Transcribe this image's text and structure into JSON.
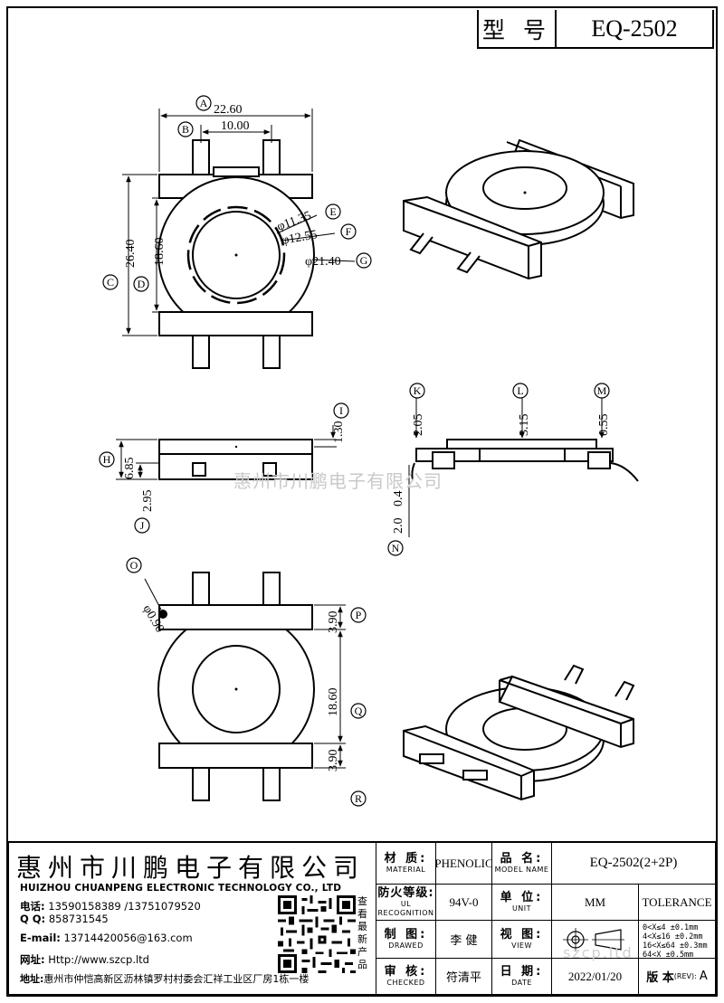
{
  "header": {
    "model_label": "型 号",
    "model_value": "EQ-2502"
  },
  "watermark": "惠州市川鹏电子有限公司",
  "dimensions": {
    "a": "22.60",
    "b": "10.00",
    "c": "26.40",
    "d": "18.60",
    "e": "φ11.35",
    "f": "φ12.55",
    "g": "φ21.40",
    "h": "6.85",
    "i": "1.30",
    "j": "2.95",
    "k": "2.05",
    "l": "3.15",
    "m": "0.55",
    "n": "2.0",
    "n2": "0.4",
    "o": "φ0.90",
    "p": "3.90",
    "q": "18.60",
    "r": "3.90"
  },
  "callouts": [
    "A",
    "B",
    "C",
    "D",
    "E",
    "F",
    "G",
    "H",
    "I",
    "J",
    "K",
    "L",
    "M",
    "N",
    "O",
    "P",
    "Q",
    "R"
  ],
  "company": {
    "name_cn": "惠州市川鹏电子有限公司",
    "name_en": "HUIZHOU CHUANPENG ELECTRONIC TECHNOLOGY CO., LTD",
    "phone_label": "电话:",
    "phone": "13590158389 /13751079520",
    "qq_label": "Q Q:",
    "qq": "858731545",
    "email_label": "E-mail:",
    "email": "13714420056@163.com",
    "web_label": "网址:",
    "web": "Http://www.szcp.ltd",
    "addr_label": "地址:",
    "addr": "惠州市仲恺高新区沥林镇罗村村委会汇祥工业区厂房1栋一楼",
    "qr_caption": "查看最新产品"
  },
  "titleblock": {
    "material_cn": "材 质:",
    "material_en": "MATERIAL",
    "material_val": "PHENOLIC",
    "name_cn": "品 名:",
    "name_en": "MODEL NAME",
    "name_val": "EQ-2502(2+2P)",
    "flame_cn": "防火等级:",
    "flame_en": "UL RECOGNITION",
    "flame_val": "94V-0",
    "unit_cn": "单 位:",
    "unit_en": "UNIT",
    "unit_val": "MM",
    "tolerance": "TOLERANCE",
    "draw_cn": "制 图:",
    "draw_en": "DRAWED",
    "draw_val": "李 健",
    "view_cn": "视 图:",
    "view_en": "VIEW",
    "check_cn": "审 核:",
    "check_en": "CHECKED",
    "check_val": "符清平",
    "date_cn": "日 期:",
    "date_en": "DATE",
    "date_val": "2022/01/20",
    "rev_label": "版 本",
    "rev_small": "(REV):",
    "rev_val": "A",
    "tol_rows": [
      "0<X≤4    ±0.1mm",
      "4<X≤16   ±0.2mm",
      "16<X≤64  ±0.3mm",
      "64<X     ±0.5mm"
    ],
    "site_watermark": "szcp.ltd"
  }
}
